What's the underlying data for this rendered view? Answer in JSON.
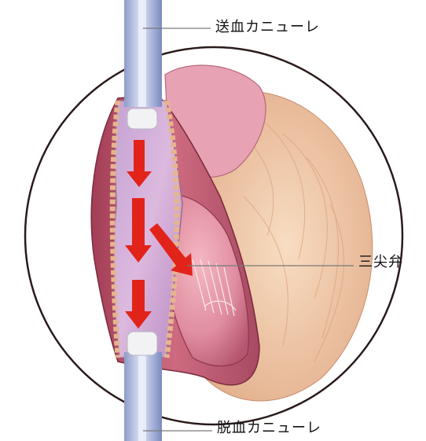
{
  "labels": {
    "top": "送血カニューレ",
    "middle": "三尖弁",
    "bottom": "脱血カニューレ"
  },
  "colors": {
    "arrow": "#e2231a",
    "cannula": "#b9c3e3",
    "heart": "#c9546a",
    "muscle": "#f3cfb0",
    "outline": "#2a1a1a"
  }
}
